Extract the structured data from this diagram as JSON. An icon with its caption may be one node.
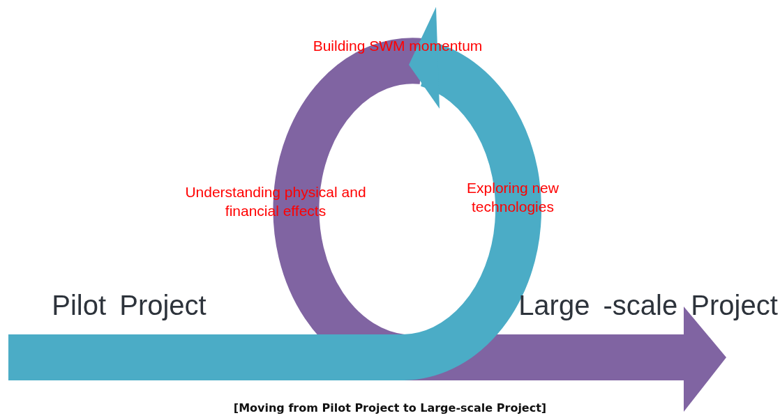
{
  "diagram": {
    "caption": "[Moving from Pilot Project to Large-scale Project]",
    "labels": [
      "Building SWM momentum",
      "Understanding physical and financial effects",
      "Exploring new technologies",
      "Pilot Project",
      "Large -scale Project"
    ]
  }
}
